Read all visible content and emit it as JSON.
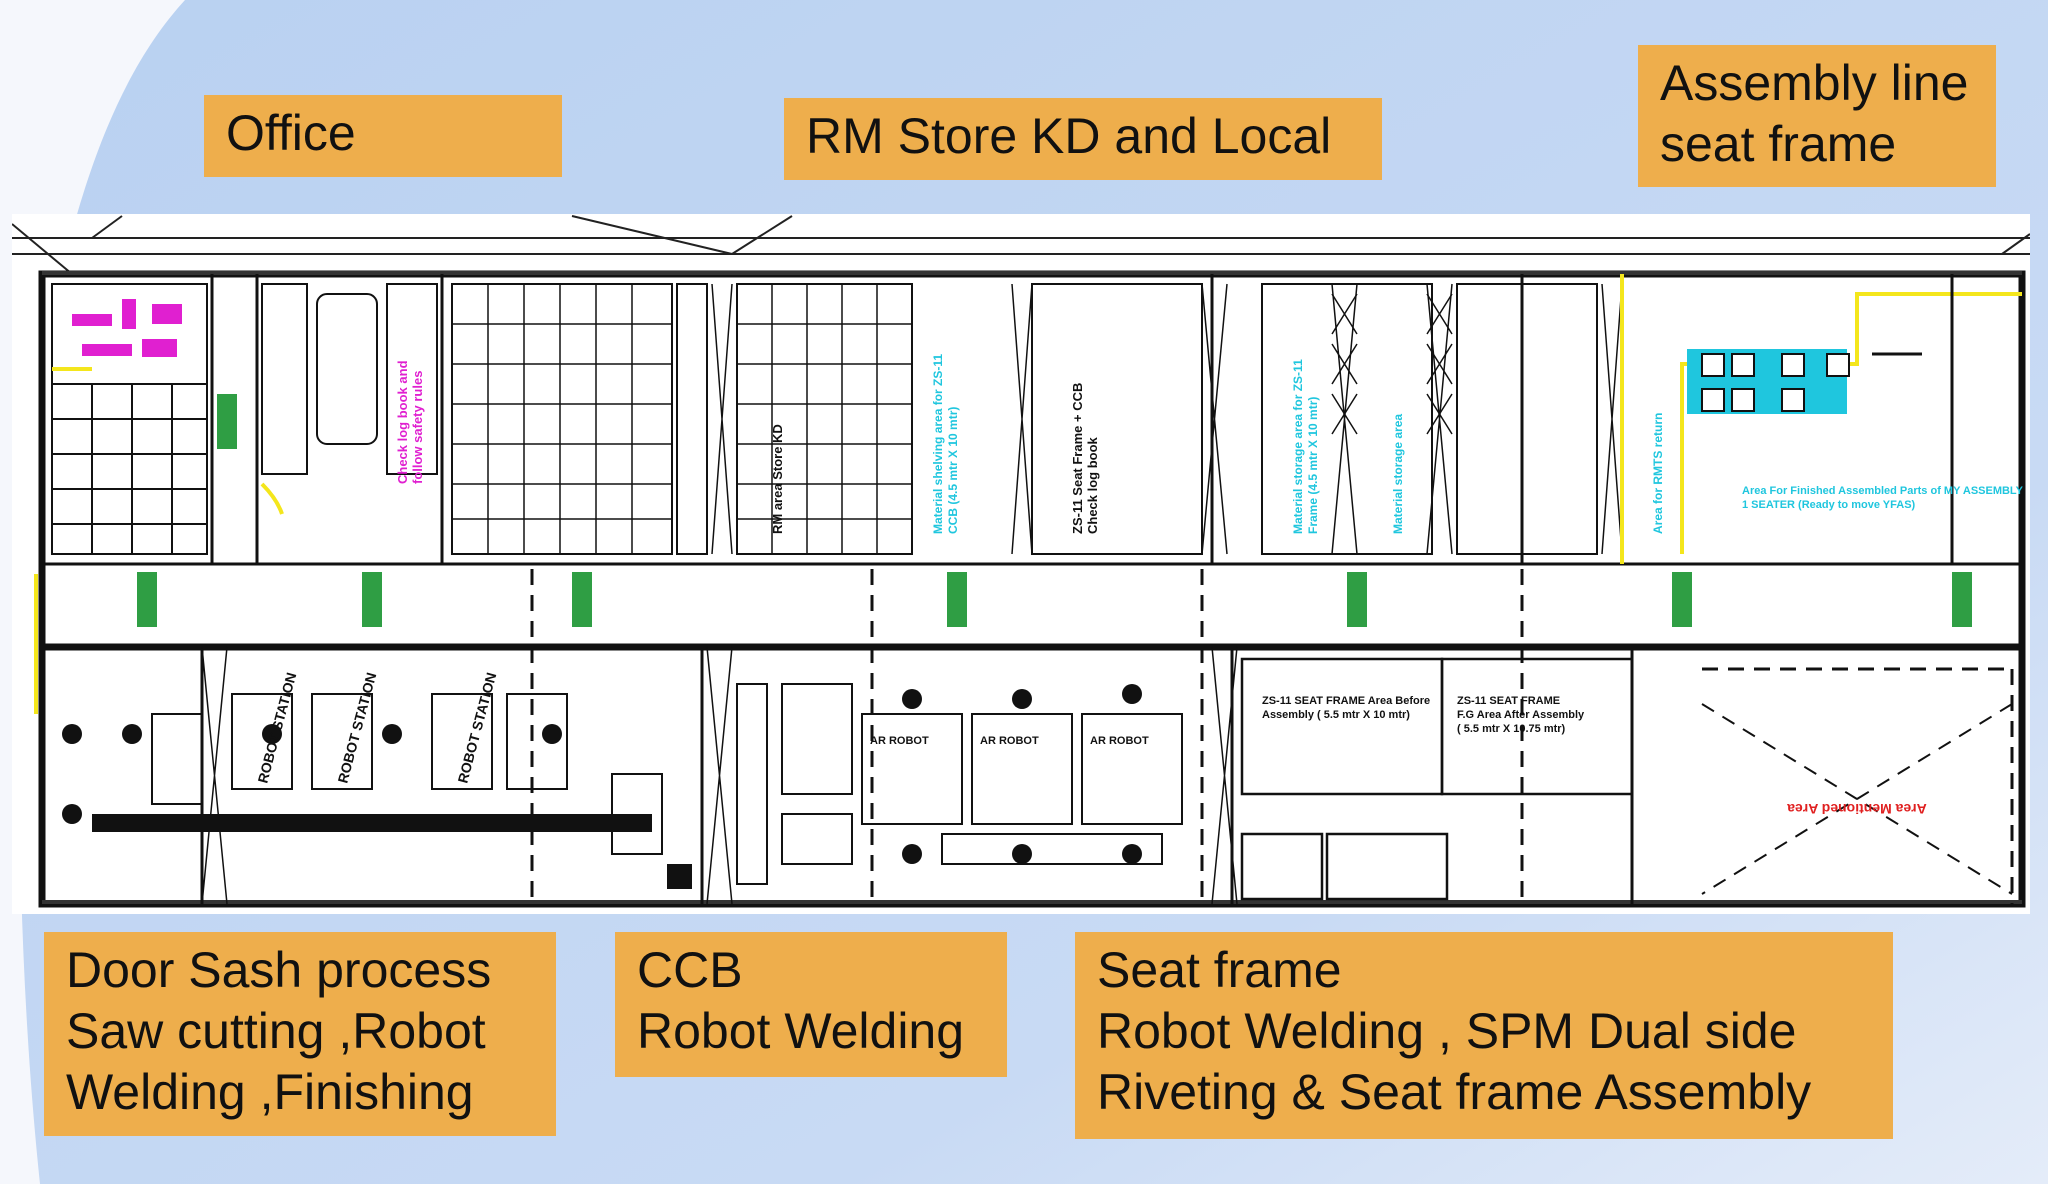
{
  "labels": {
    "office": {
      "lines": [
        "Office"
      ]
    },
    "rm_store": {
      "lines": [
        "RM Store KD and Local"
      ]
    },
    "assembly_line": {
      "lines": [
        "Assembly line",
        "seat frame"
      ]
    },
    "door_sash": {
      "lines": [
        "Door Sash process",
        "Saw cutting ,Robot",
        "Welding ,Finishing"
      ]
    },
    "ccb": {
      "lines": [
        "CCB",
        "Robot Welding"
      ]
    },
    "seat_frame": {
      "lines": [
        "Seat frame",
        "Robot Welding , SPM Dual side",
        "Riveting & Seat frame Assembly"
      ]
    }
  },
  "plan": {
    "robot_station_label": "ROBOT STATION",
    "zone_a_lines": [
      "ZS-11 SEAT FRAME Area Before",
      "Assembly ( 5.5 mtr X 10 mtr)"
    ],
    "zone_b_lines": [
      "ZS-11 SEAT FRAME",
      "F.G Area After Assembly",
      "( 5.5 mtr X 10.75 mtr)"
    ],
    "finished_area_lines": [
      "Area For Finished Assembled Parts of MY ASSEMBLY",
      "1 SEATER (Ready to move YFAS)"
    ],
    "mirrored_area": "Area Mentioned Area"
  },
  "colors": {
    "label_bg": "#eeae4c",
    "background": "#c5d8f3",
    "green_marker": "#2f9e44",
    "magenta": "#e020d0",
    "cyan": "#1fc6de",
    "yellow": "#f4e61c",
    "red": "#e02020"
  }
}
